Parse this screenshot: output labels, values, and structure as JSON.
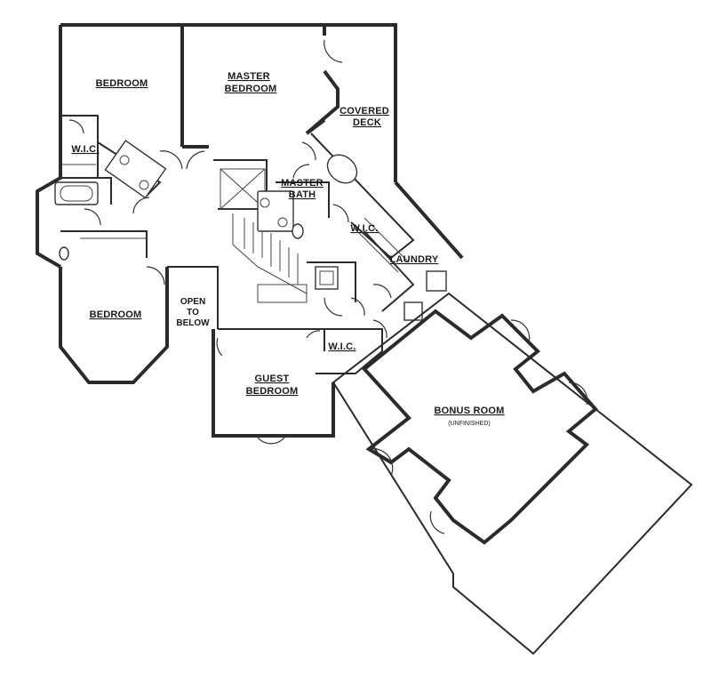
{
  "rooms": {
    "bedroom_nw": "BEDROOM",
    "master_bedroom_line1": "MASTER",
    "master_bedroom_line2": "BEDROOM",
    "covered_deck_line1": "COVERED",
    "covered_deck_line2": "DECK",
    "wic_west": "W.I.C.",
    "master_bath_line1": "MASTER",
    "master_bath_line2": "BATH",
    "wic_master": "W.I.C.",
    "laundry": "LAUNDRY",
    "bedroom_sw": "BEDROOM",
    "open_to_below_line1": "OPEN",
    "open_to_below_line2": "TO",
    "open_to_below_line3": "BELOW",
    "wic_guest": "W.I.C.",
    "guest_bedroom_line1": "GUEST",
    "guest_bedroom_line2": "BEDROOM",
    "bonus_room": "BONUS ROOM",
    "bonus_room_note": "(UNFINISHED)"
  },
  "colors": {
    "line": "#2b2b2b",
    "background": "#ffffff"
  }
}
